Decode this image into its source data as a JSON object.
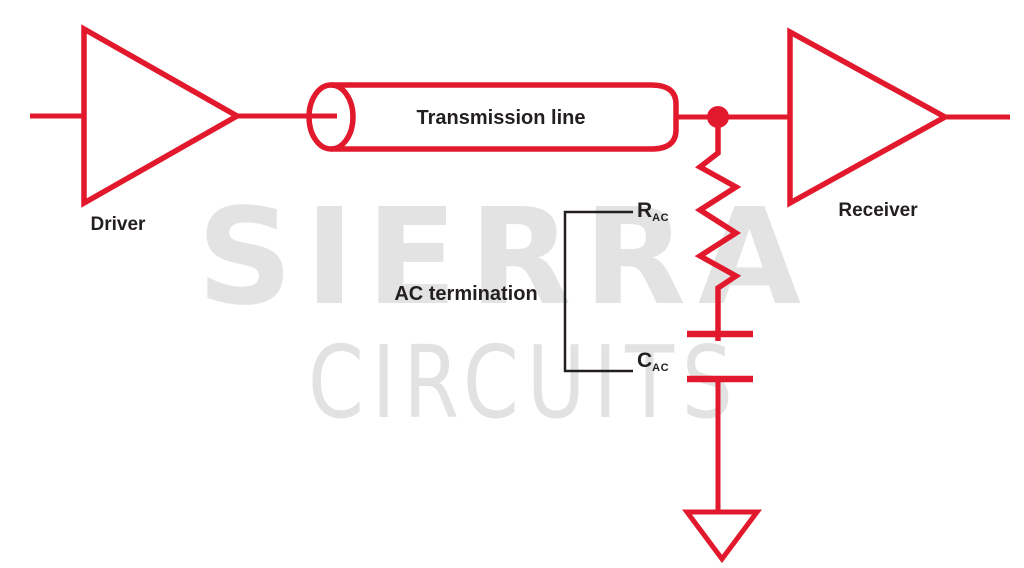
{
  "labels": {
    "driver": "Driver",
    "receiver": "Receiver",
    "transmission_line": "Transmission line",
    "ac_termination": "AC termination",
    "resistor": {
      "symbol": "R",
      "subscript": "AC"
    },
    "capacitor": {
      "symbol": "C",
      "subscript": "AC"
    }
  },
  "watermark": {
    "word1": "SIERRA",
    "word2": "CIRCUITS"
  },
  "colors": {
    "circuit_red": "#e2192d",
    "label_black": "#231f20",
    "watermark_gray": "#e3e3e3",
    "watermark_gray_light": "#e2e2e2"
  }
}
